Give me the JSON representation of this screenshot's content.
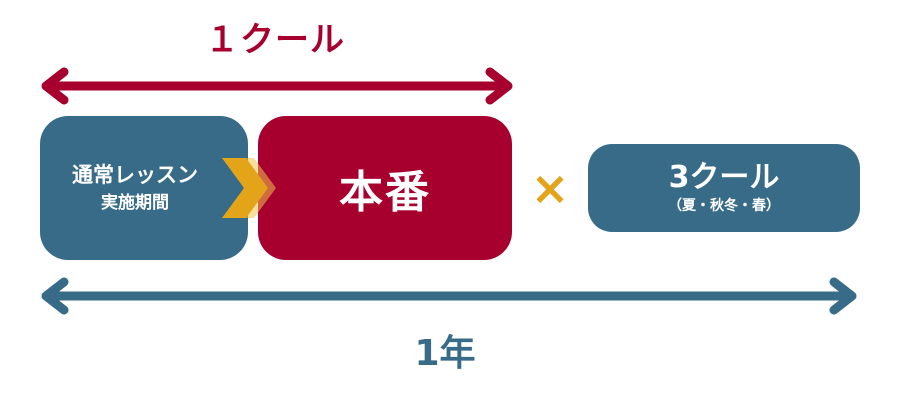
{
  "colors": {
    "red": "#a7002f",
    "blue": "#376b87",
    "gold": "#e4a41a",
    "gold_light": "#f2c24a"
  },
  "top_span": {
    "label": "１クール"
  },
  "lesson_period": {
    "line1": "通常レッスン",
    "line2": "実施期間"
  },
  "main_show": {
    "label": "本番"
  },
  "multiplier": {
    "symbol": "×"
  },
  "three_cour": {
    "label": "3クール",
    "seasons": "（夏・秋冬・春）"
  },
  "bottom_span": {
    "label": "1年"
  },
  "icons": {
    "transition": "chevron-right-icon",
    "span_top": "double-headed-arrow-icon",
    "span_bottom": "double-headed-arrow-icon"
  }
}
